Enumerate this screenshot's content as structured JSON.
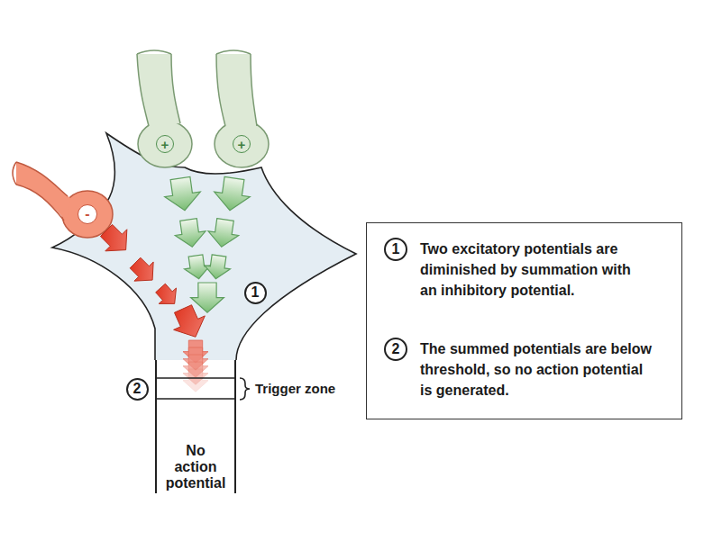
{
  "diagram": {
    "nodes": [
      {
        "text": [
          "+"
        ]
      },
      {
        "text": [
          "+"
        ]
      },
      {
        "text": [
          "-"
        ]
      },
      {
        "text": [
          "1"
        ]
      },
      {
        "text": [
          "2"
        ]
      },
      {
        "text": [
          "No action potential"
        ]
      },
      {
        "text": [
          "Two excitatory potentials are diminished by summation with an inhibitory potential.",
          "The summed potentials are below threshold, so no action potential is generated."
        ]
      },
      {
        "text": [
          "1"
        ],
        "in": 6
      },
      {
        "text": [
          "2"
        ],
        "in": 6
      }
    ],
    "labels": [
      "Trigger zone"
    ]
  }
}
